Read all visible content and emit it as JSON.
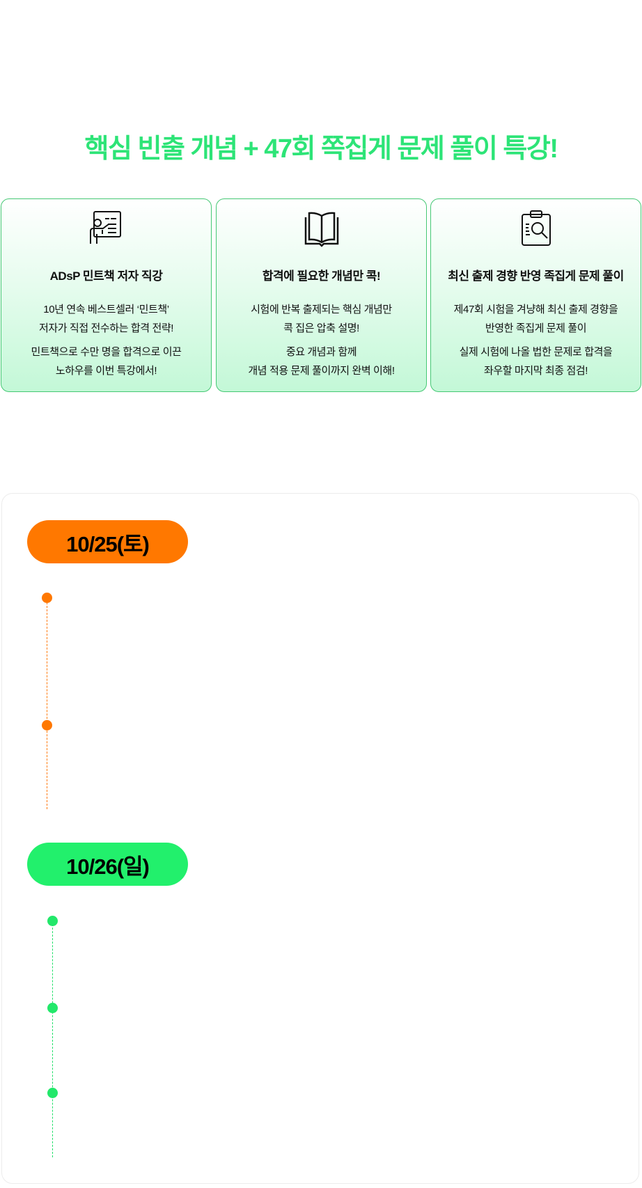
{
  "headline": "핵심 빈출 개념 + 47회 쪽집게 문제  풀이 특강!",
  "cards": [
    {
      "icon": "teacher-presentation-icon",
      "title": "ADsP 민트책 저자 직강",
      "lines": [
        "10년 연속 베스트셀러 ‘민트책’",
        "저자가 직접 전수하는 합격 전략!",
        "민트책으로 수만 명을 합격으로 이끈",
        "노하우를 이번 특강에서!"
      ]
    },
    {
      "icon": "open-book-icon",
      "title": "합격에 필요한 개념만 콕!",
      "lines": [
        "시험에 반복 출제되는 핵심 개념만",
        "콕 집은 압축 설명!",
        "중요 개념과 함께",
        "개념 적용 문제 풀이까지 완벽 이해!"
      ]
    },
    {
      "icon": "clipboard-search-icon",
      "title": "최신 출제 경향 반영 족집게 문제 풀이",
      "lines": [
        "제47회 시험을 겨냥해 최신 출제 경향을",
        "반영한 족집게 문제 풀이",
        "실제 시험에 나올 법한 문제로 합격을",
        "좌우할 마지막 최종 점검!"
      ]
    }
  ],
  "schedule": [
    {
      "date": "10/25(토)",
      "color": "#ff7800"
    },
    {
      "date": "10/26(일)",
      "color": "#22f06c"
    }
  ]
}
